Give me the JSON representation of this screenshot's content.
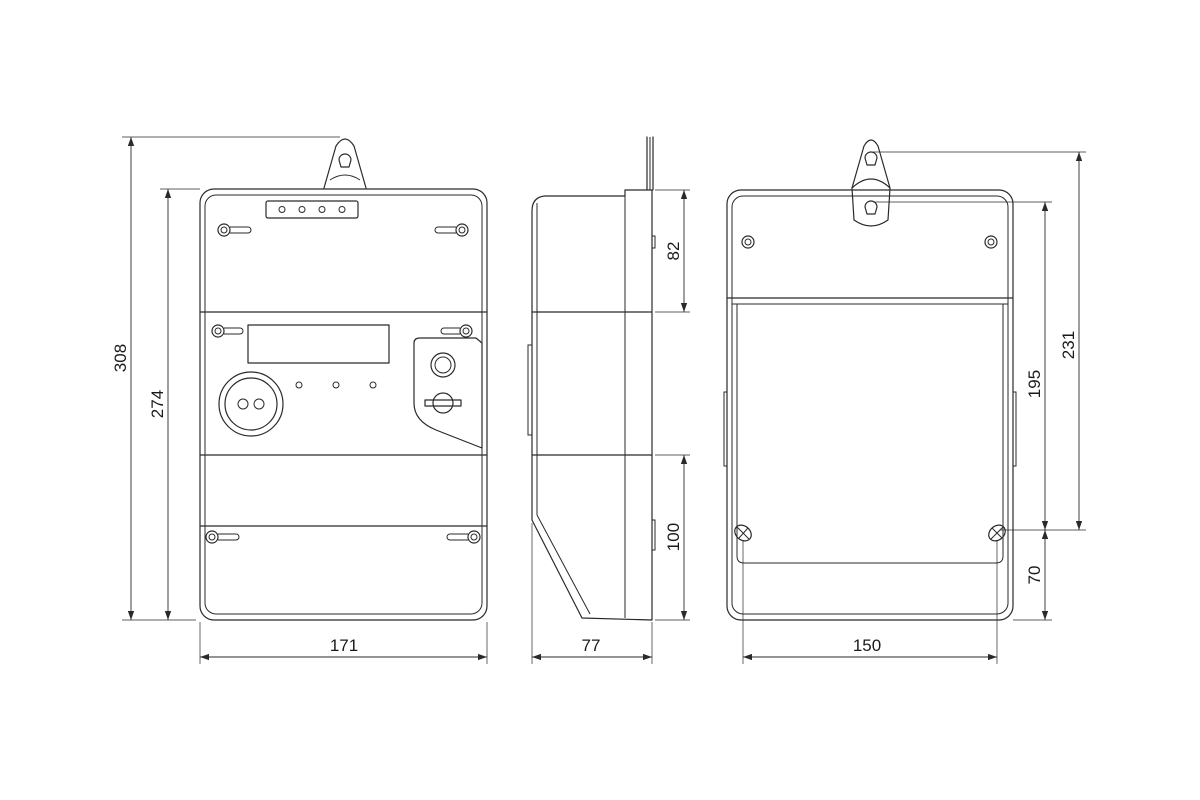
{
  "dimensions": {
    "front_total_height": "308",
    "front_body_height": "274",
    "front_width": "171",
    "side_depth": "77",
    "side_upper_height": "82",
    "side_lower_height": "100",
    "back_width": "150",
    "back_total_mount_height": "231",
    "back_mount_spacing": "195",
    "back_lower_offset": "70"
  },
  "colors": {
    "line": "#2a2a2a",
    "background": "#ffffff"
  }
}
